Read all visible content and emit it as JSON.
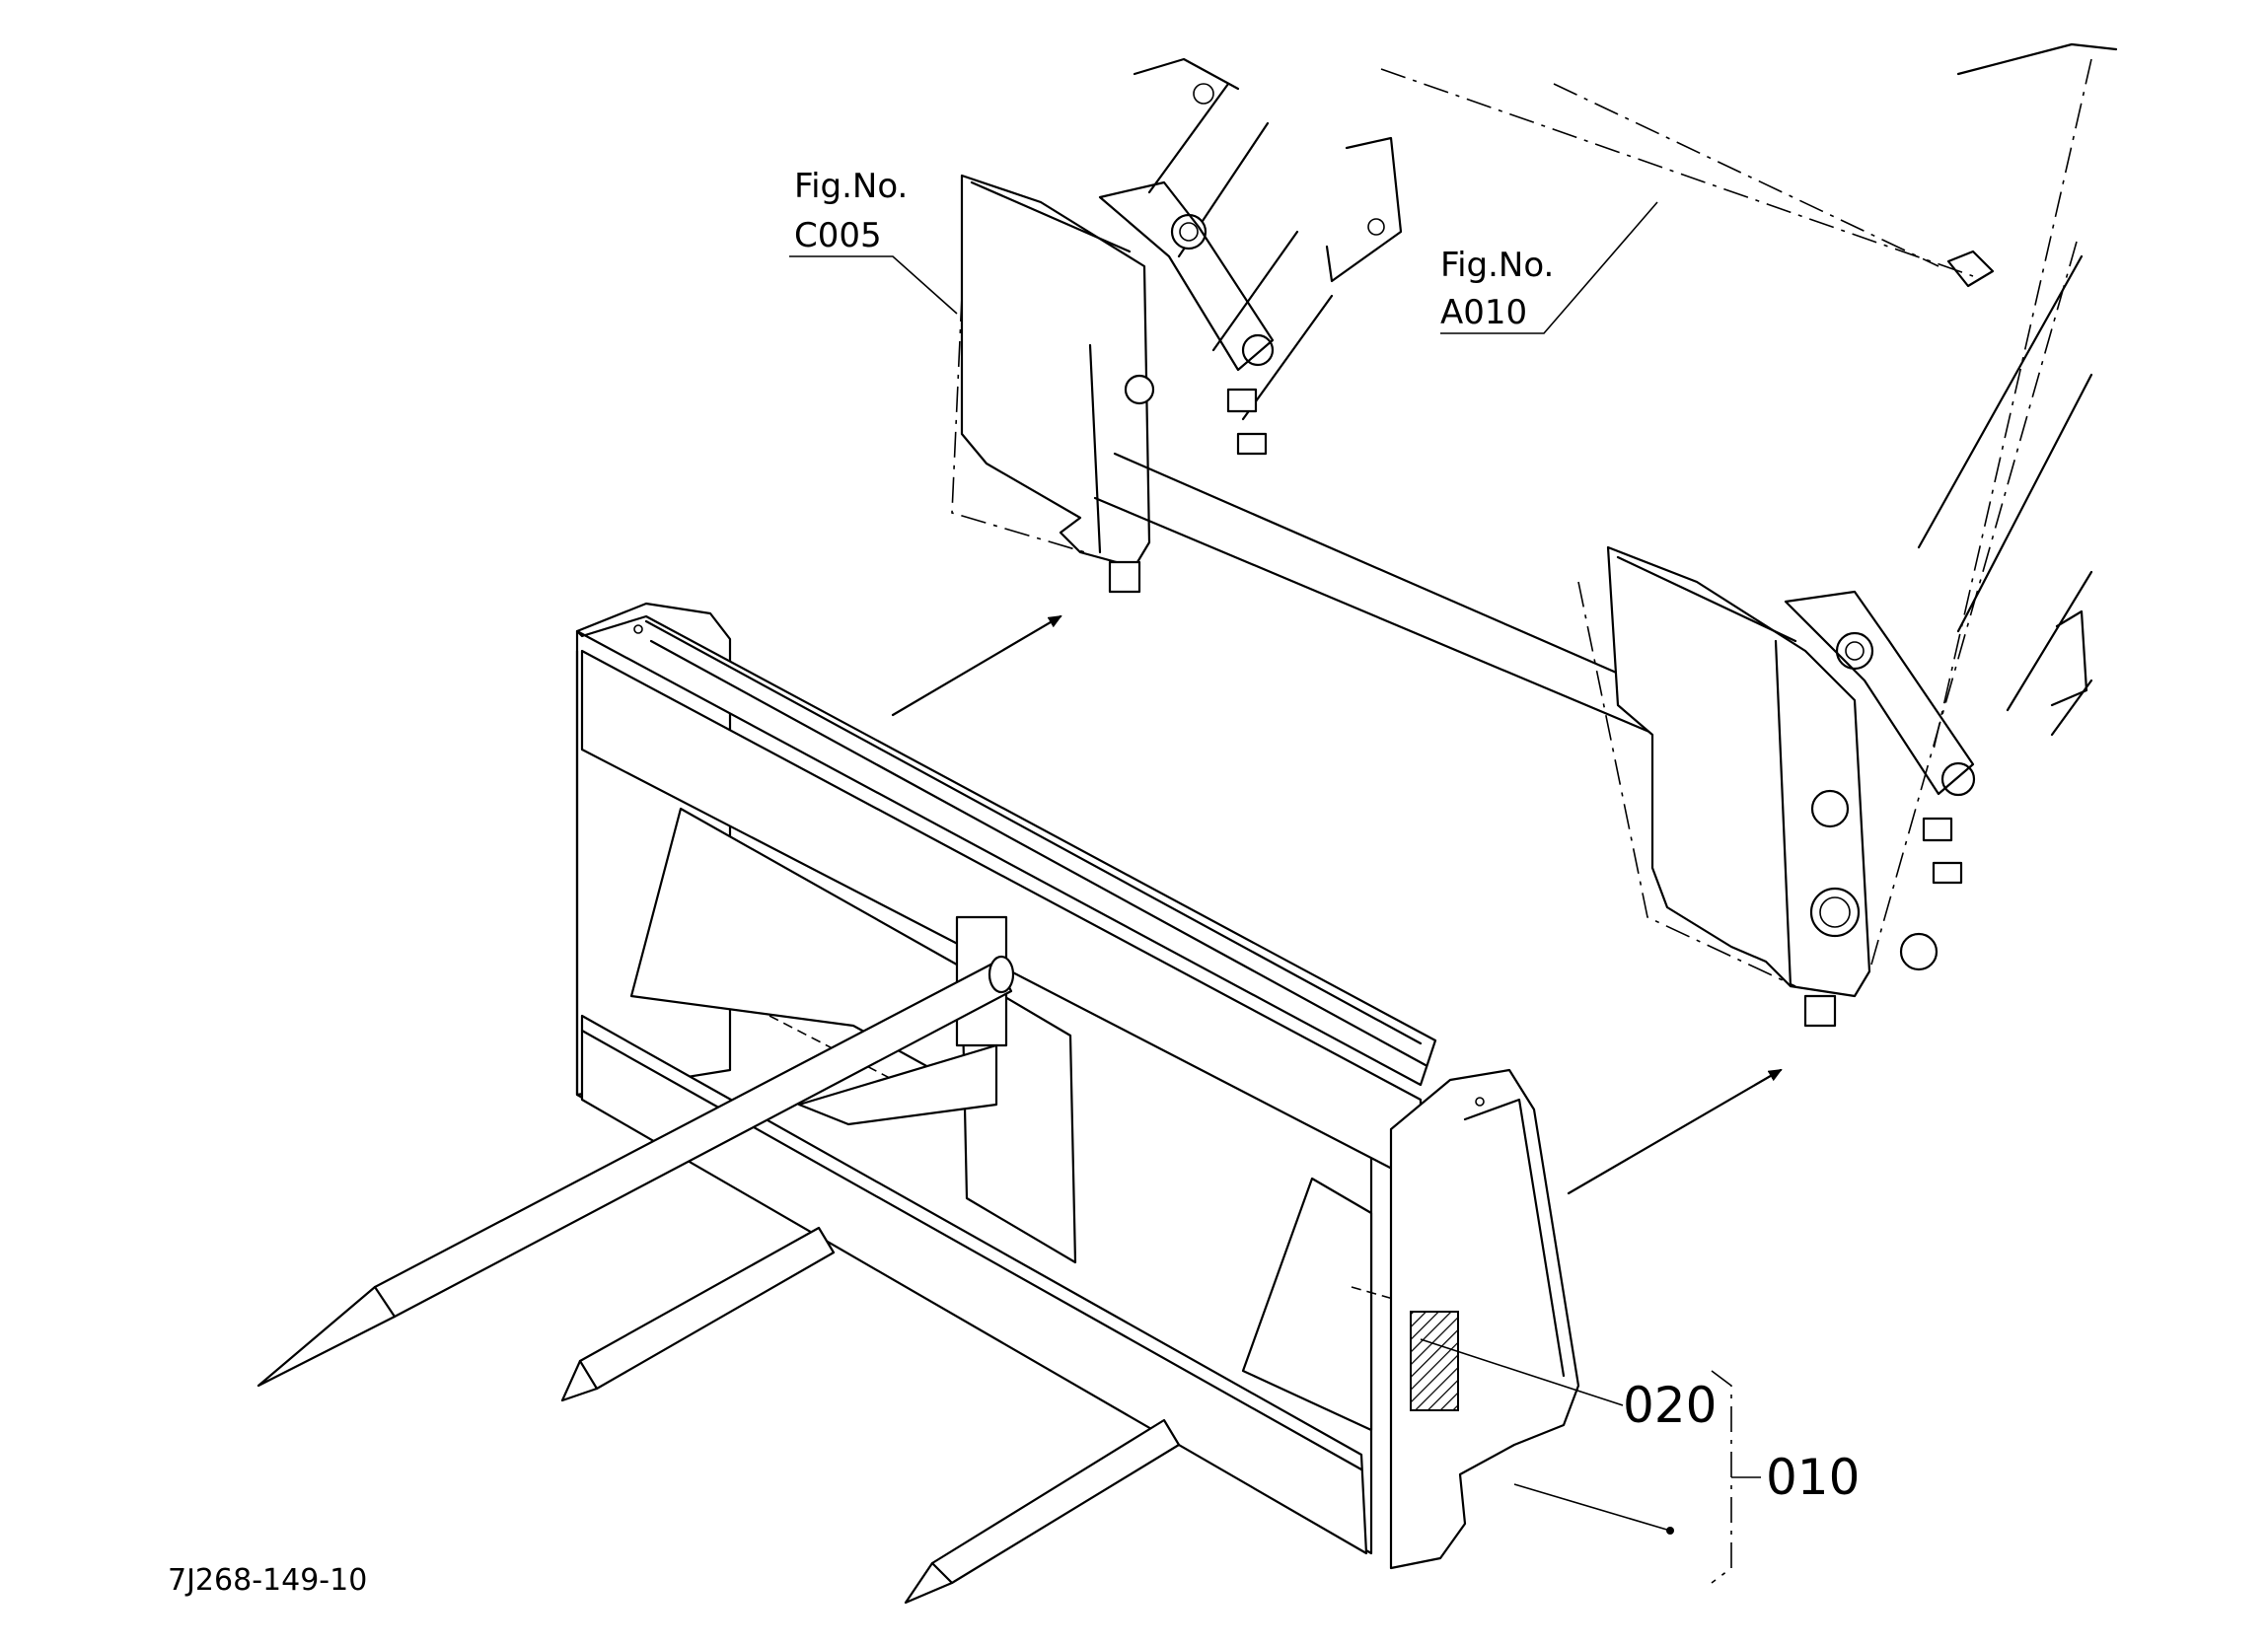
{
  "labels": {
    "fig_c005_line1": "Fig.No.",
    "fig_c005_line2": "C005",
    "fig_a010_line1": "Fig.No.",
    "fig_a010_line2": "A010",
    "part_020": "020",
    "part_010": "010",
    "drawing_number": "7J268-149-10"
  }
}
